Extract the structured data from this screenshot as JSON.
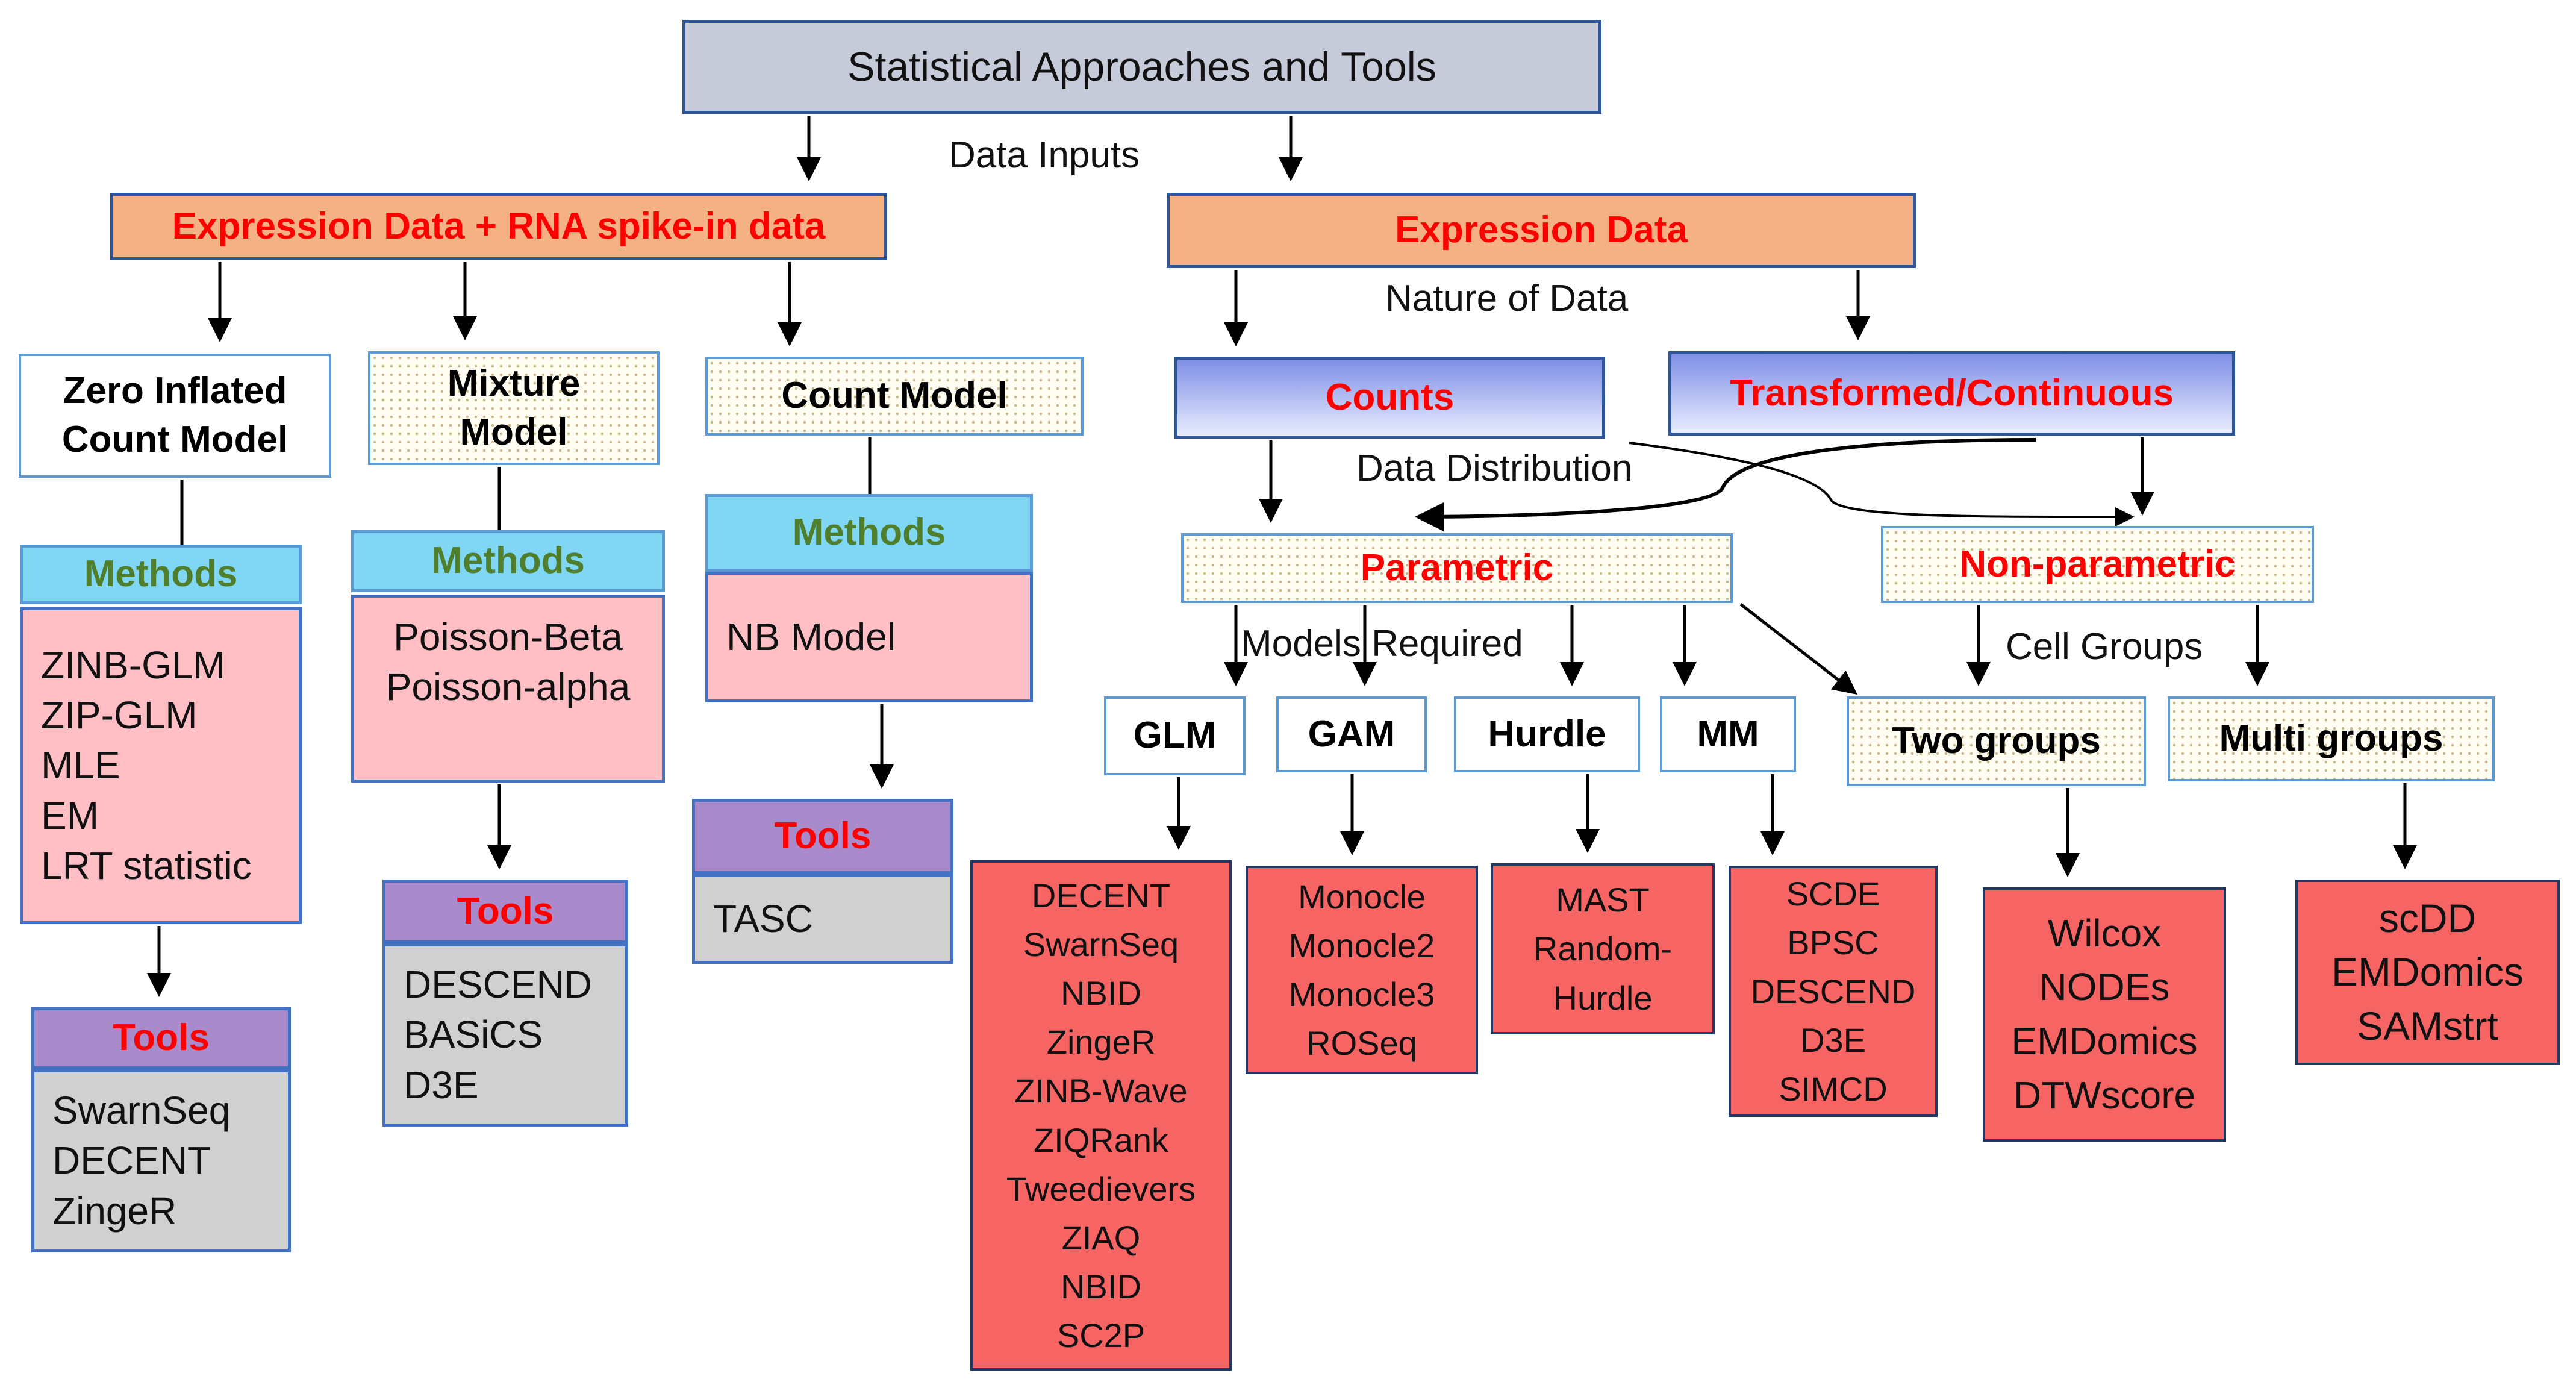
{
  "title": "Statistical Approaches and Tools",
  "labels": {
    "data_inputs": "Data Inputs",
    "nature_of_data": "Nature of Data",
    "data_distribution": "Data Distribution",
    "models_required": "Models Required",
    "cell_groups": "Cell Groups"
  },
  "inputs": {
    "spike": "Expression Data + RNA spike-in data",
    "expression": "Expression Data"
  },
  "spike_branch": {
    "zero_inflated": {
      "name_lines": [
        "Zero Inflated",
        "Count Model"
      ],
      "methods_label": "Methods",
      "methods": [
        "ZINB-GLM",
        "ZIP-GLM",
        "MLE",
        "EM",
        "LRT statistic"
      ],
      "tools_label": "Tools",
      "tools": [
        "SwarnSeq",
        "DECENT",
        "ZingeR"
      ]
    },
    "mixture": {
      "name_lines": [
        "Mixture",
        "Model"
      ],
      "methods_label": "Methods",
      "methods": [
        "Poisson-Beta",
        "Poisson-alpha"
      ],
      "tools_label": "Tools",
      "tools": [
        "DESCEND",
        "BASiCS",
        "D3E"
      ]
    },
    "count": {
      "name_lines": [
        "Count Model"
      ],
      "methods_label": "Methods",
      "methods": [
        "NB Model"
      ],
      "tools_label": "Tools",
      "tools": [
        "TASC"
      ]
    }
  },
  "nature": {
    "counts": "Counts",
    "transformed": "Transformed/Continuous"
  },
  "distribution": {
    "parametric": "Parametric",
    "nonparametric": "Non-parametric"
  },
  "models": {
    "glm": "GLM",
    "gam": "GAM",
    "hurdle": "Hurdle",
    "mm": "MM"
  },
  "groups": {
    "two": "Two groups",
    "multi": "Multi groups"
  },
  "tool_lists": {
    "glm": [
      "DECENT",
      "SwarnSeq",
      "NBID",
      "ZingeR",
      "ZINB-Wave",
      "ZIQRank",
      "Tweedievers",
      "ZIAQ",
      "NBID",
      "SC2P"
    ],
    "gam": [
      "Monocle",
      "Monocle2",
      "Monocle3",
      "ROSeq"
    ],
    "hurdle": [
      "MAST",
      "Random-",
      "Hurdle"
    ],
    "mm": [
      "SCDE",
      "BPSC",
      "DESCEND",
      "D3E",
      "SIMCD"
    ],
    "two": [
      "Wilcox",
      "NODEs",
      "EMDomics",
      "DTWscore"
    ],
    "multi": [
      "scDD",
      "EMDomics",
      "SAMstrt"
    ]
  }
}
